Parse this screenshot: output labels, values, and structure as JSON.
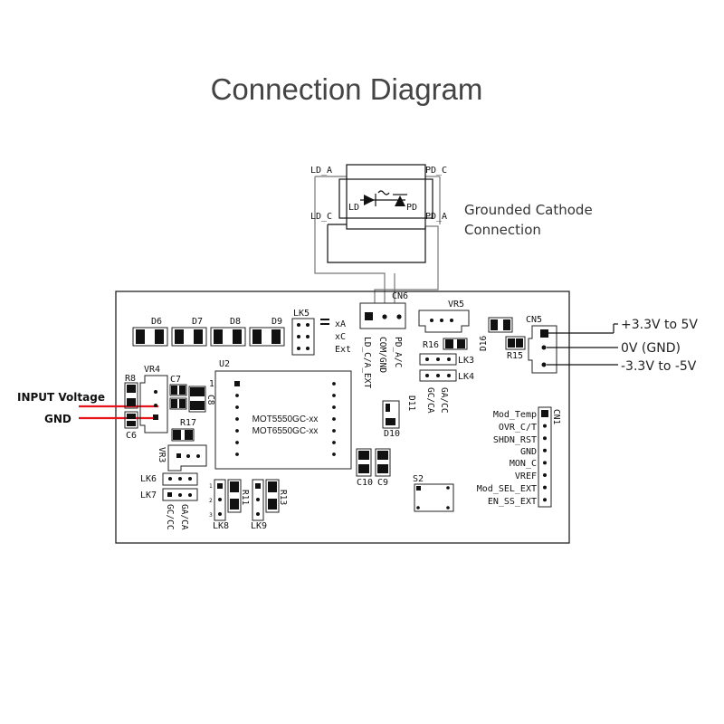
{
  "title": "Connection Diagram",
  "laser": {
    "ld_a": "LD_A",
    "pd_c": "PD_C",
    "ld_c": "LD_C",
    "pd_a": "PD_A",
    "ld": "LD",
    "pd": "PD",
    "note_line1": "Grounded Cathode",
    "note_line2": "Connection"
  },
  "power": {
    "plus": "+3.3V to 5V",
    "zero": "0V (GND)",
    "minus": "-3.3V to -5V"
  },
  "input": {
    "voltage": "INPUT Voltage",
    "gnd": "GND"
  },
  "board": {
    "diodes": [
      "D6",
      "D7",
      "D8",
      "D9"
    ],
    "lk5": "LK5",
    "lk5_options": [
      "xA",
      "xC",
      "Ext"
    ],
    "cn6": "CN6",
    "cn6_pins": [
      "LD_C/A_EXT",
      "COM/GND",
      "PD_A/C"
    ],
    "vr5": "VR5",
    "cn5": "CN5",
    "d16": "D16",
    "r15": "R15",
    "r16": "R16",
    "lk3": "LK3",
    "lk4": "LK4",
    "r8": "R8",
    "vr4": "VR4",
    "c7": "C7",
    "c8": "C8",
    "c6": "C6",
    "u2": "U2",
    "u2_pin1": "1",
    "chip_lines": [
      "MOT5550GC-xx",
      "MOT6550GC-xx"
    ],
    "r17": "R17",
    "vr3": "VR3",
    "lk6": "LK6",
    "lk7": "LK7",
    "gc_cc": "GC/CC",
    "ga_ca": "GA/CA",
    "lk8": "LK8",
    "r11": "R11",
    "lk9": "LK9",
    "r13": "R13",
    "lk8_pins": [
      "1",
      "2",
      "3"
    ],
    "d11": "D11",
    "d10": "D10",
    "c10": "C10",
    "c9": "C9",
    "gc_ca": "GC/CA",
    "ga_cc": "GA/CC",
    "s2": "S2",
    "cn1": "CN1",
    "cn1_pins": [
      "Mod_Temp",
      "OVR_C/T",
      "SHDN_RST",
      "GND",
      "MON_C",
      "VREF",
      "Mod_SEL_EXT",
      "EN_SS_EXT"
    ]
  }
}
